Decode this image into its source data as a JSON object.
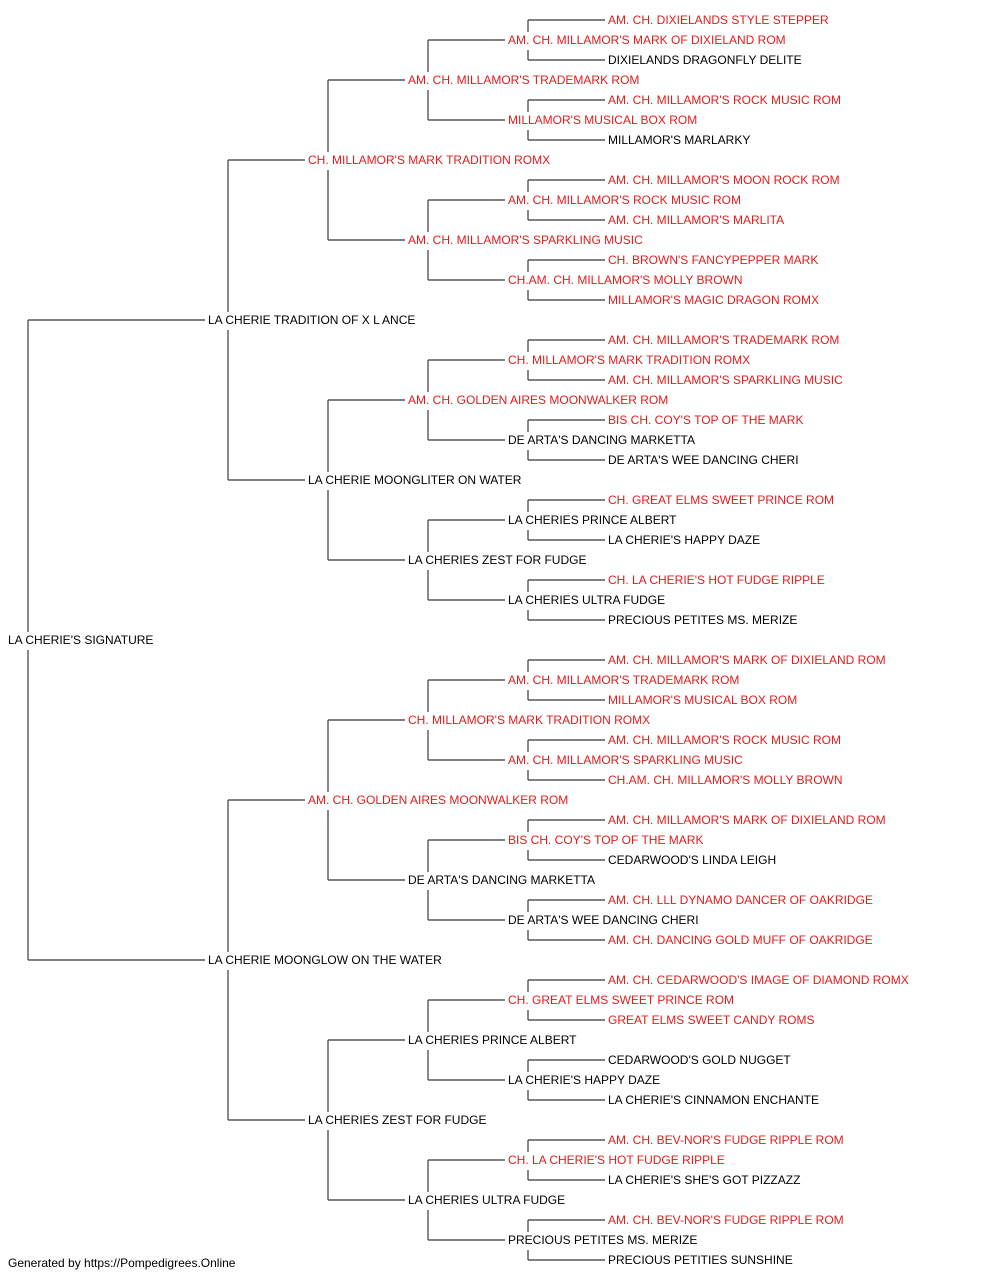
{
  "colors": {
    "titled": "#e31b1b",
    "plain": "#000000"
  },
  "footer": "Generated by https://Pompedigrees.Online",
  "pedigree": {
    "name": "LA CHERIE'S SIGNATURE",
    "titled": false,
    "sire": {
      "name": "LA CHERIE TRADITION OF X L ANCE",
      "titled": false,
      "sire": {
        "name": "CH. MILLAMOR'S MARK TRADITION ROMX",
        "titled": true,
        "sire": {
          "name": "AM. CH. MILLAMOR'S TRADEMARK ROM",
          "titled": true,
          "sire": {
            "name": "AM. CH. MILLAMOR'S MARK OF DIXIELAND ROM",
            "titled": true,
            "sire": {
              "name": "AM. CH. DIXIELANDS STYLE STEPPER",
              "titled": true
            },
            "dam": {
              "name": "DIXIELANDS DRAGONFLY DELITE",
              "titled": false
            }
          },
          "dam": {
            "name": "MILLAMOR'S MUSICAL BOX ROM",
            "titled": true,
            "sire": {
              "name": "AM. CH. MILLAMOR'S ROCK MUSIC ROM",
              "titled": true
            },
            "dam": {
              "name": "MILLAMOR'S MARLARKY",
              "titled": false
            }
          }
        },
        "dam": {
          "name": "AM. CH. MILLAMOR'S SPARKLING MUSIC",
          "titled": true,
          "sire": {
            "name": "AM. CH. MILLAMOR'S ROCK MUSIC ROM",
            "titled": true,
            "sire": {
              "name": "AM. CH. MILLAMOR'S MOON ROCK ROM",
              "titled": true
            },
            "dam": {
              "name": "AM. CH. MILLAMOR'S MARLITA",
              "titled": true
            }
          },
          "dam": {
            "name": "CH.AM. CH. MILLAMOR'S MOLLY BROWN",
            "titled": true,
            "sire": {
              "name": "CH. BROWN'S FANCYPEPPER MARK",
              "titled": true
            },
            "dam": {
              "name": "MILLAMOR'S MAGIC DRAGON ROMX",
              "titled": true
            }
          }
        }
      },
      "dam": {
        "name": "LA CHERIE MOONGLITER ON WATER",
        "titled": false,
        "sire": {
          "name": "AM. CH. GOLDEN AIRES MOONWALKER ROM",
          "titled": true,
          "sire": {
            "name": "CH. MILLAMOR'S MARK TRADITION ROMX",
            "titled": true,
            "sire": {
              "name": "AM. CH. MILLAMOR'S TRADEMARK ROM",
              "titled": true
            },
            "dam": {
              "name": "AM. CH. MILLAMOR'S SPARKLING MUSIC",
              "titled": true
            }
          },
          "dam": {
            "name": "DE ARTA'S DANCING MARKETTA",
            "titled": false,
            "sire": {
              "name": "BIS CH. COY'S TOP OF THE MARK",
              "titled": true
            },
            "dam": {
              "name": "DE ARTA'S WEE DANCING CHERI",
              "titled": false
            }
          }
        },
        "dam": {
          "name": "LA CHERIES ZEST FOR FUDGE",
          "titled": false,
          "sire": {
            "name": "LA CHERIES PRINCE ALBERT",
            "titled": false,
            "sire": {
              "name": "CH. GREAT ELMS SWEET PRINCE ROM",
              "titled": true
            },
            "dam": {
              "name": "LA CHERIE'S HAPPY DAZE",
              "titled": false
            }
          },
          "dam": {
            "name": "LA CHERIES ULTRA FUDGE",
            "titled": false,
            "sire": {
              "name": "CH. LA CHERIE'S HOT FUDGE RIPPLE",
              "titled": true
            },
            "dam": {
              "name": "PRECIOUS PETITES MS. MERIZE",
              "titled": false
            }
          }
        }
      }
    },
    "dam": {
      "name": "LA CHERIE MOONGLOW ON THE WATER",
      "titled": false,
      "sire": {
        "name": "AM. CH. GOLDEN AIRES MOONWALKER ROM",
        "titled": true,
        "sire": {
          "name": "CH. MILLAMOR'S MARK TRADITION ROMX",
          "titled": true,
          "sire": {
            "name": "AM. CH. MILLAMOR'S TRADEMARK ROM",
            "titled": true,
            "sire": {
              "name": "AM. CH. MILLAMOR'S MARK OF DIXIELAND ROM",
              "titled": true
            },
            "dam": {
              "name": "MILLAMOR'S MUSICAL BOX ROM",
              "titled": true
            }
          },
          "dam": {
            "name": "AM. CH. MILLAMOR'S SPARKLING MUSIC",
            "titled": true,
            "sire": {
              "name": "AM. CH. MILLAMOR'S ROCK MUSIC ROM",
              "titled": true
            },
            "dam": {
              "name": "CH.AM. CH. MILLAMOR'S MOLLY BROWN",
              "titled": true
            }
          }
        },
        "dam": {
          "name": "DE ARTA'S DANCING MARKETTA",
          "titled": false,
          "sire": {
            "name": "BIS CH. COY'S TOP OF THE MARK",
            "titled": true,
            "sire": {
              "name": "AM. CH. MILLAMOR'S MARK OF DIXIELAND ROM",
              "titled": true
            },
            "dam": {
              "name": "CEDARWOOD'S LINDA LEIGH",
              "titled": false
            }
          },
          "dam": {
            "name": "DE ARTA'S WEE DANCING CHERI",
            "titled": false,
            "sire": {
              "name": "AM. CH. LLL DYNAMO DANCER OF OAKRIDGE",
              "titled": true
            },
            "dam": {
              "name": "AM. CH. DANCING GOLD MUFF OF OAKRIDGE",
              "titled": true
            }
          }
        }
      },
      "dam": {
        "name": "LA CHERIES ZEST FOR FUDGE",
        "titled": false,
        "sire": {
          "name": "LA CHERIES PRINCE ALBERT",
          "titled": false,
          "sire": {
            "name": "CH. GREAT ELMS SWEET PRINCE ROM",
            "titled": true,
            "sire": {
              "name": "AM. CH. CEDARWOOD'S IMAGE OF DIAMOND ROMX",
              "titled": true
            },
            "dam": {
              "name": "GREAT ELMS SWEET CANDY ROMS",
              "titled": true
            }
          },
          "dam": {
            "name": "LA CHERIE'S HAPPY DAZE",
            "titled": false,
            "sire": {
              "name": "CEDARWOOD'S GOLD NUGGET",
              "titled": false
            },
            "dam": {
              "name": "LA CHERIE'S CINNAMON ENCHANTE",
              "titled": false
            }
          }
        },
        "dam": {
          "name": "LA CHERIES ULTRA FUDGE",
          "titled": false,
          "sire": {
            "name": "CH. LA CHERIE'S HOT FUDGE RIPPLE",
            "titled": true,
            "sire": {
              "name": "AM. CH. BEV-NOR'S FUDGE RIPPLE ROM",
              "titled": true
            },
            "dam": {
              "name": "LA CHERIE'S SHE'S GOT PIZZAZZ",
              "titled": false
            }
          },
          "dam": {
            "name": "PRECIOUS PETITES MS. MERIZE",
            "titled": false,
            "sire": {
              "name": "AM. CH. BEV-NOR'S FUDGE RIPPLE ROM",
              "titled": true
            },
            "dam": {
              "name": "PRECIOUS PETITIES SUNSHINE",
              "titled": false
            }
          }
        }
      }
    }
  }
}
